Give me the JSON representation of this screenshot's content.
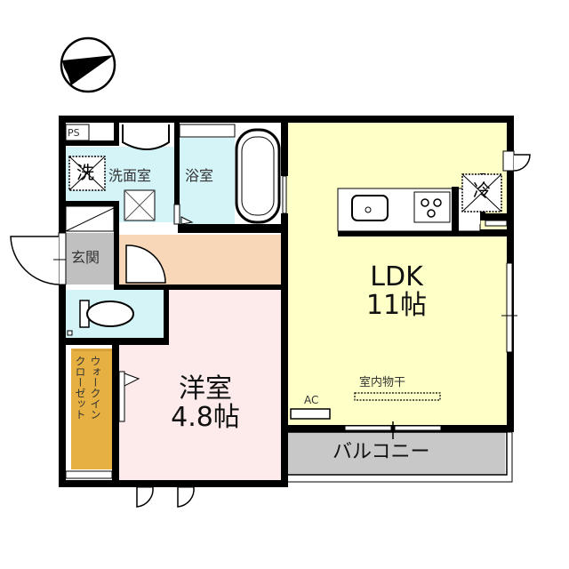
{
  "compass": {
    "icon": "north-arrow-icon",
    "direction": "points west-northwest"
  },
  "colors": {
    "wall": "#000000",
    "ldk": "#ffffc8",
    "western_room": "#fdeaea",
    "hallway": "#f8d7b8",
    "wet_area": "#d4f4f8",
    "entrance": "#c0c0c0",
    "balcony": "#c8c8c8",
    "closet": "#e6b043"
  },
  "rooms": {
    "ps": {
      "label": "PS"
    },
    "washroom": {
      "label": "洗面室",
      "washer_mark": "洗"
    },
    "bathroom": {
      "label": "浴室"
    },
    "entrance": {
      "label": "玄関"
    },
    "ldk": {
      "label": "LDK",
      "size": "11帖",
      "fridge_mark": "冷"
    },
    "western_room": {
      "label": "洋室",
      "size": "4.8帖"
    },
    "walk_in_closet": {
      "label_col1": "ウォークイン",
      "label_col2": "クローゼット"
    },
    "balcony": {
      "label": "バルコニー"
    }
  },
  "fixtures": {
    "ac": "AC",
    "indoor_drying": "室内物干"
  }
}
